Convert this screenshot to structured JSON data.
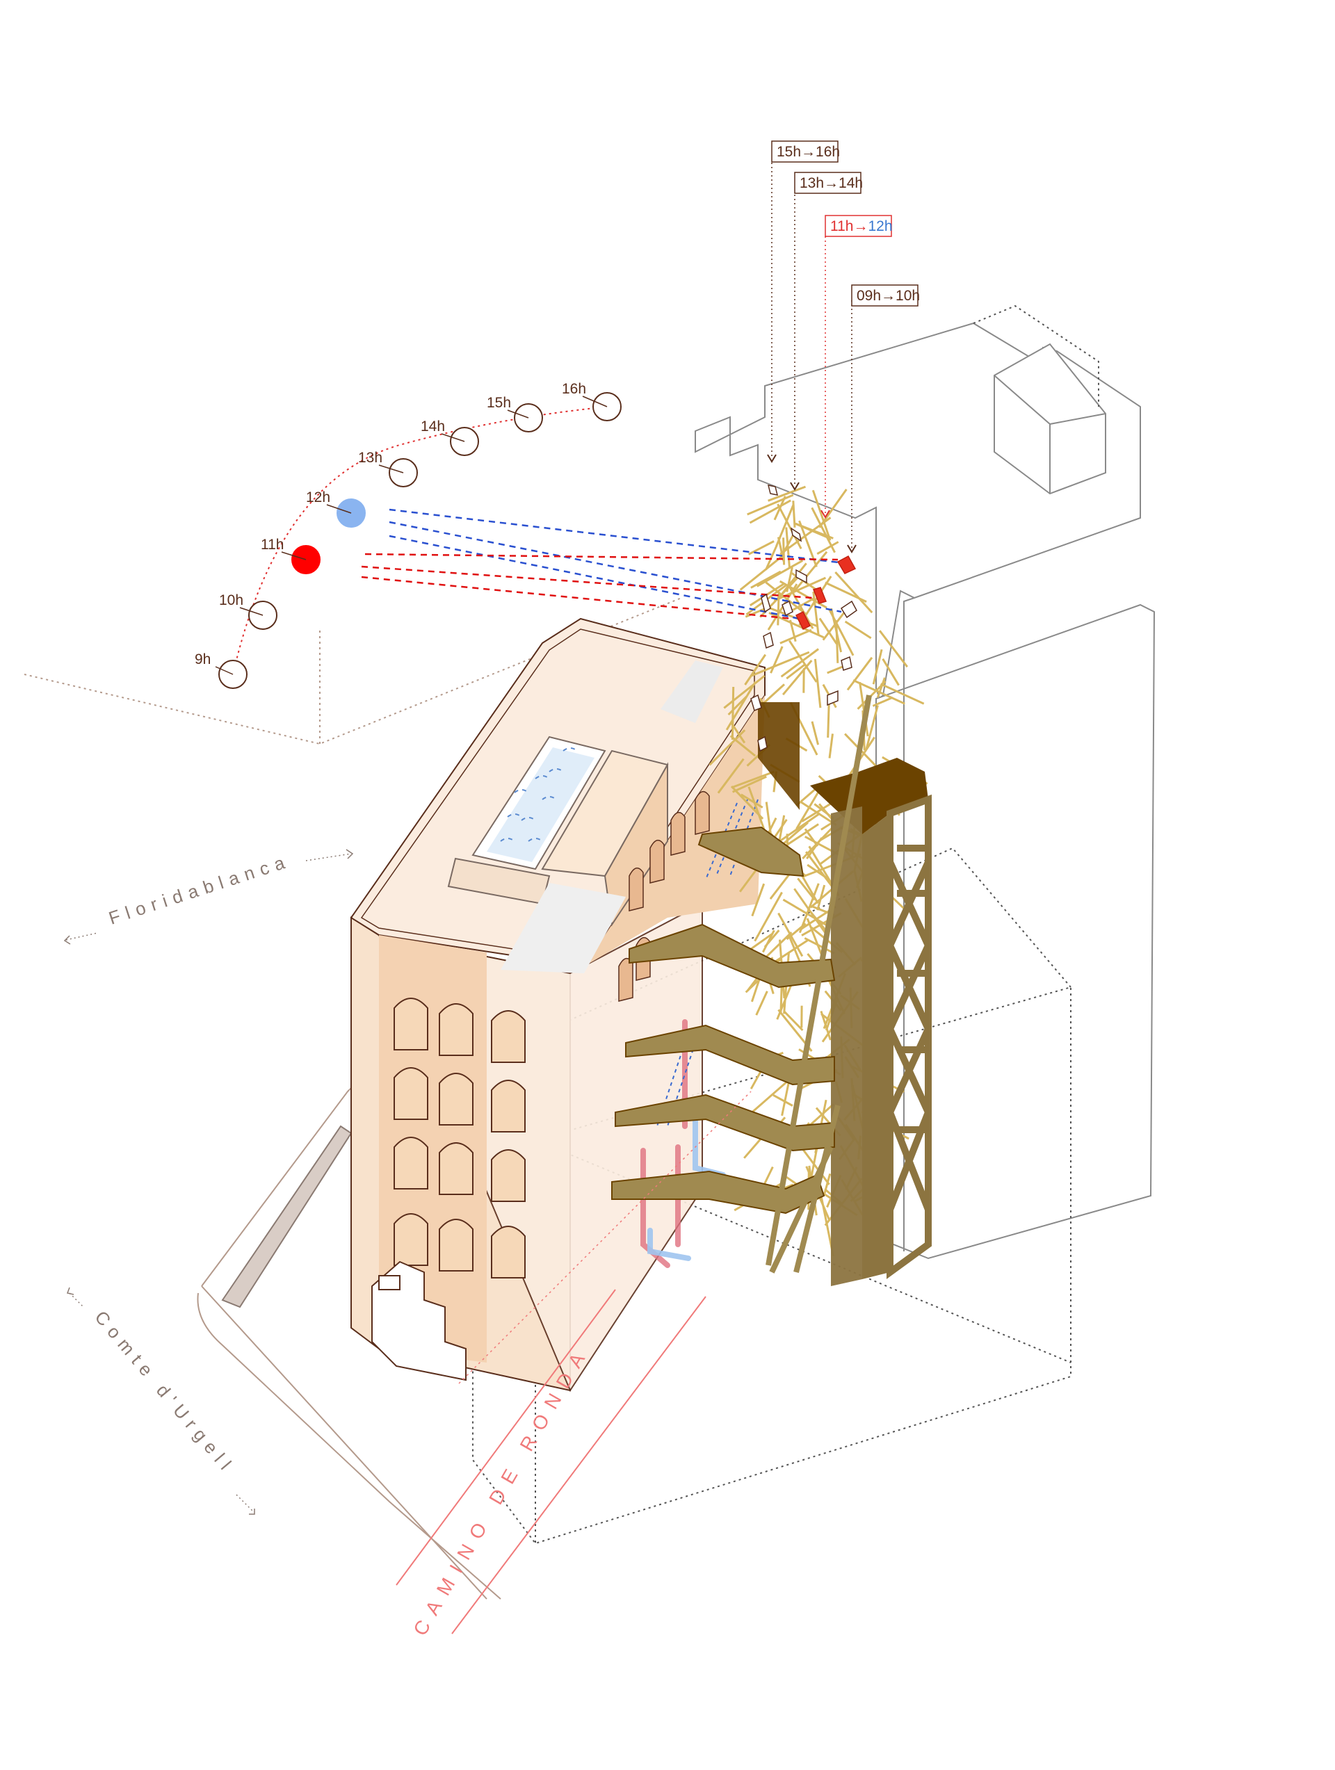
{
  "sun_path": {
    "hours": [
      "9h",
      "10h",
      "11h",
      "12h",
      "13h",
      "14h",
      "15h",
      "16h"
    ],
    "highlight_red": "11h",
    "highlight_blue": "12h",
    "colors": {
      "red": "#ff0000",
      "blue": "#8ab4f0",
      "line": "#5a2e1c"
    }
  },
  "time_labels": [
    {
      "text": "15h→16h",
      "from": "15h",
      "to": "16h"
    },
    {
      "text": "13h→14h",
      "from": "13h",
      "to": "14h"
    },
    {
      "text": "11h→12h",
      "from": "11h",
      "to": "12h"
    },
    {
      "text": "09h→10h",
      "from": "09h",
      "to": "10h"
    }
  ],
  "streets": {
    "floridablanca": "Floridablanca",
    "comte_urgell": "Comte d'Urgell",
    "camino_ronda": "CAMINO DE RONDA"
  },
  "colors": {
    "building": "#f8e2cc",
    "building_shade": "#f2d0ae",
    "structure_dark": "#6b4300",
    "structure_mid": "#8c7440",
    "canopy": "#f0d690",
    "outline": "#5a2e1c"
  },
  "arrow_glyph": "→"
}
